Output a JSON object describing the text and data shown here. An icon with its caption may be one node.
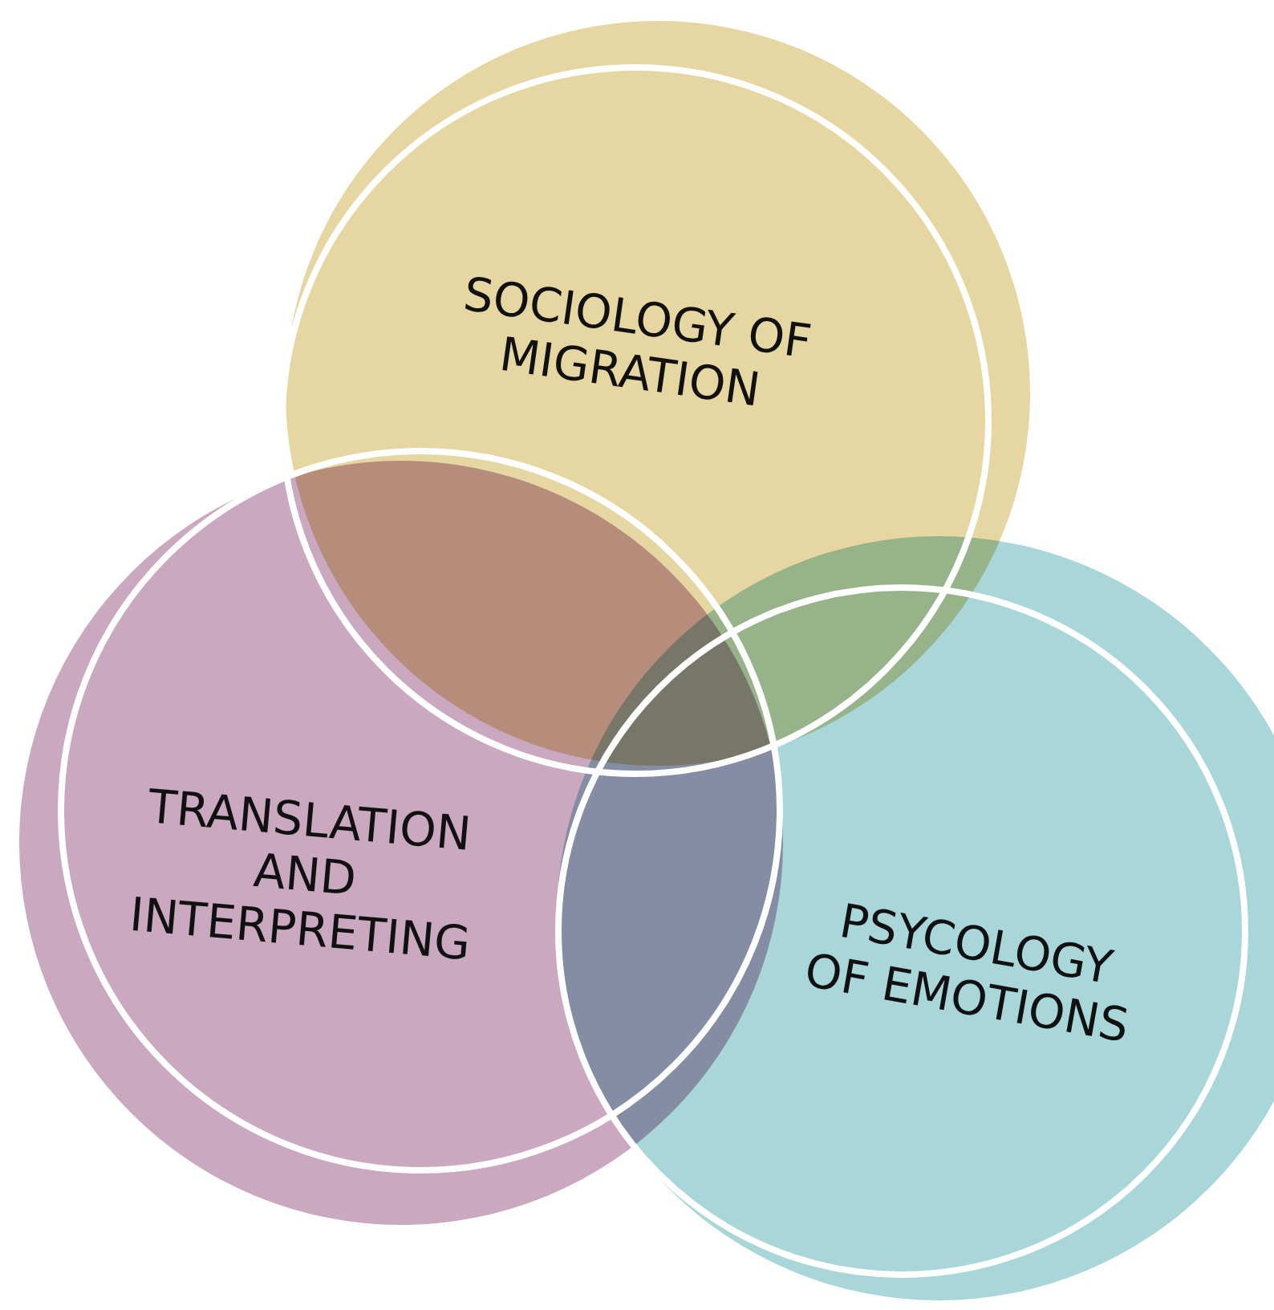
{
  "diagram": {
    "nodes": [
      {
        "text": [
          "SOCIOLOGY OF MIGRATION"
        ]
      },
      {
        "text": [
          "TRANSLATION AND INTERPRETING"
        ]
      },
      {
        "text": [
          "PSYCOLOGY OF EMOTIONS"
        ]
      }
    ]
  }
}
